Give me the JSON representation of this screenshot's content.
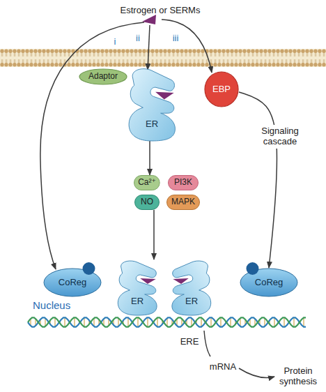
{
  "diagram": {
    "nodes": [
      {
        "text": [
          "Adaptor"
        ]
      },
      {
        "text": [
          "ER"
        ]
      },
      {
        "text": [
          "EBP"
        ]
      },
      {
        "text": [
          "Ca²⁺"
        ]
      },
      {
        "text": [
          "PI3K"
        ]
      },
      {
        "text": [
          "NO"
        ]
      },
      {
        "text": [
          "MAPK"
        ]
      },
      {
        "text": [
          "Nucleus"
        ]
      },
      {
        "text": [
          "CoReg"
        ],
        "in": 7
      },
      {
        "text": [
          "ER"
        ],
        "in": 7
      },
      {
        "text": [
          "ER"
        ],
        "in": 7
      },
      {
        "text": [
          "CoReg"
        ],
        "in": 7
      }
    ],
    "edges": [
      {
        "from": 1,
        "to": 3,
        "arrow": "to"
      },
      {
        "from": 5,
        "to": 9,
        "arrow": "to"
      },
      {
        "from": 2,
        "to": 11,
        "arrow": "to",
        "label": "Signaling cascade"
      }
    ],
    "labels": [
      "Estrogen or SERMs",
      "i",
      "ii",
      "iii",
      "ERE",
      "mRNA",
      "Protein synthesis"
    ]
  }
}
